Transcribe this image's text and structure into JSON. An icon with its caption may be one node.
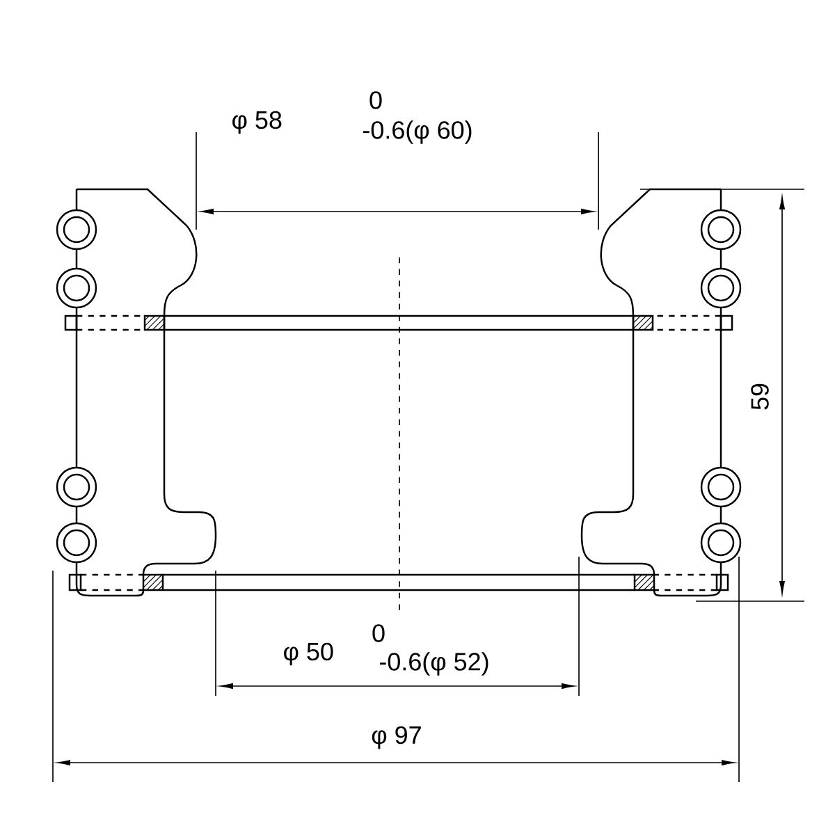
{
  "diagram": {
    "labels": [
      "φ 58",
      "0",
      "-0.6(φ 60)",
      "φ 50",
      "0",
      "-0.6(φ 52)",
      "59",
      "φ 97"
    ]
  }
}
